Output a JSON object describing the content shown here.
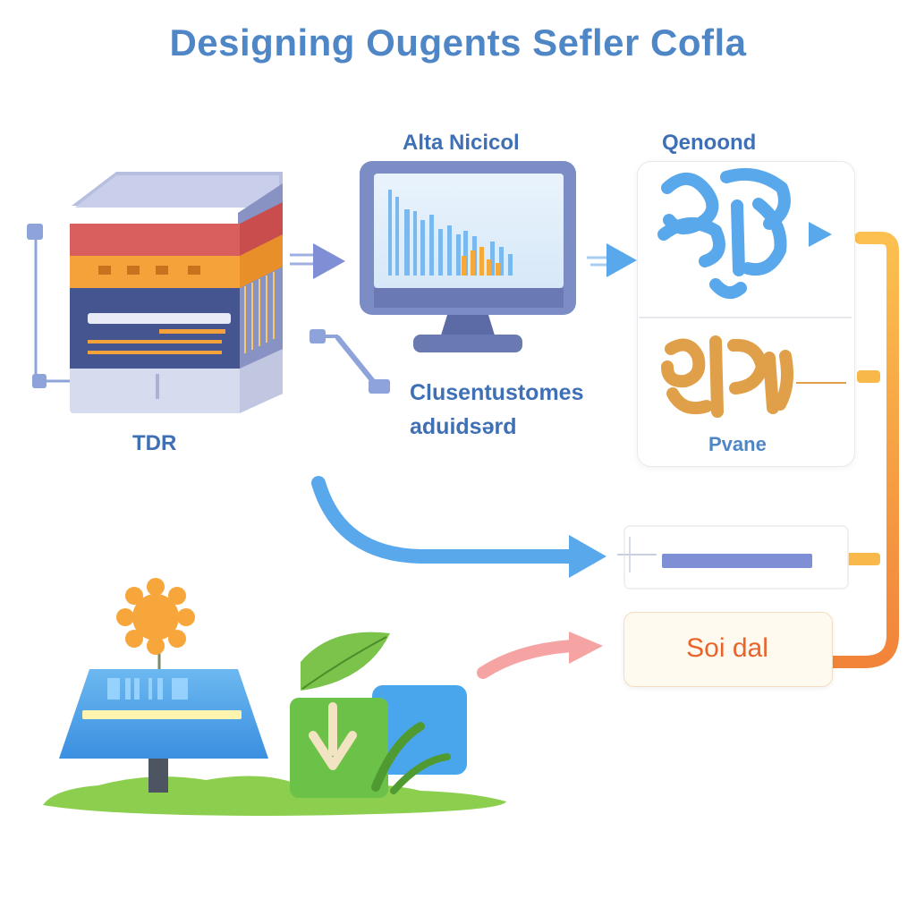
{
  "title": "Designing Ougents Sefler Cofla",
  "nodes": {
    "server_label": "TDR",
    "monitor_label": "Alta Nicicol",
    "customer_label_line1": "Clusentustomes",
    "customer_label_line2": "aduidsərd",
    "panel_label": "Qenoond",
    "panel_bottom_label": "Pvane",
    "social_label": "Soi dal"
  },
  "colors": {
    "accent_blue": "#4f86c6",
    "arrow_blue": "#5aa8ec",
    "orange": "#f5a93b",
    "social_orange": "#e8642b",
    "pink_arrow": "#f6a3a3",
    "green": "#7bc34a"
  }
}
